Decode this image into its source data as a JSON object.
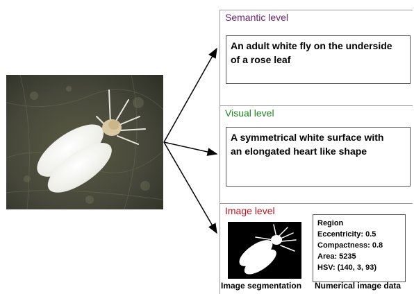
{
  "panels": {
    "semantic": {
      "title": "Semantic level",
      "title_color": "#6a1f6f",
      "text_line1": "An adult white fly on the underside",
      "text_line2": "of a rose leaf"
    },
    "visual": {
      "title": "Visual level",
      "title_color": "#1c8a1c",
      "text_line1": "A symmetrical white surface with",
      "text_line2": "an elongated heart like shape"
    },
    "image": {
      "title": "Image level",
      "title_color": "#c0111b",
      "data_lines": [
        "Region",
        "Eccentricity: 0.5",
        "Compactness: 0.8",
        "Area: 5235",
        "HSV: (140, 3, 93)"
      ],
      "caption_segmentation": "Image segmentation",
      "caption_numerical": "Numerical image data"
    }
  },
  "colors": {
    "leaf": "#4a4a34",
    "fly": "#f2f2ee",
    "arrow": "#000000"
  }
}
